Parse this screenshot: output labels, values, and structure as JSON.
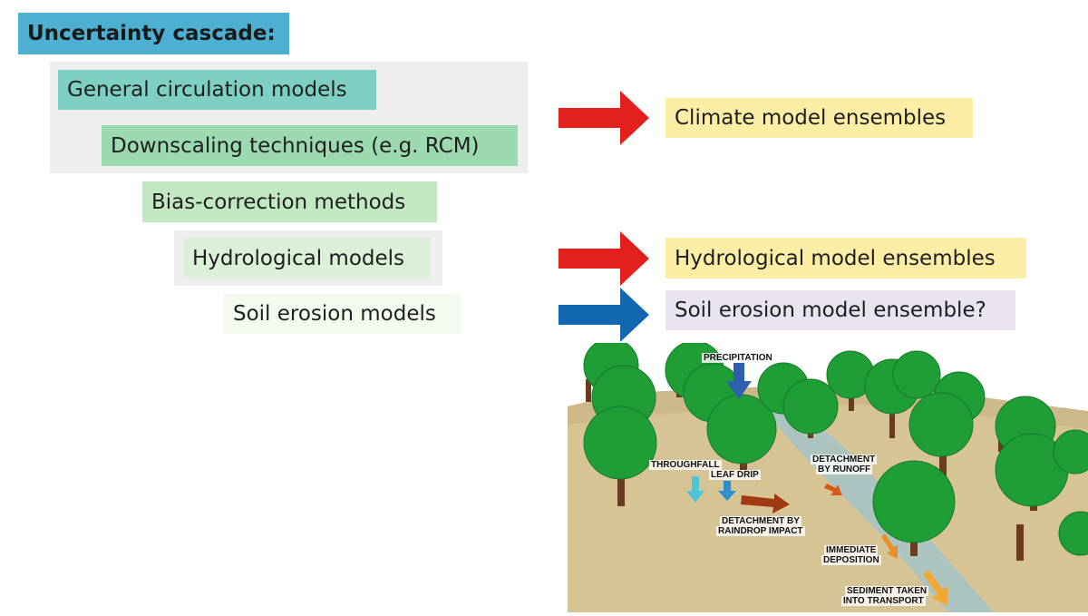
{
  "title": "Uncertainty cascade:",
  "cascade": [
    {
      "label": "General circulation models",
      "color": "#7ecfc3"
    },
    {
      "label": "Downscaling techniques (e.g. RCM)",
      "color": "#9bd9ae"
    },
    {
      "label": "Bias-correction methods",
      "color": "#c2e8c2"
    },
    {
      "label": "Hydrological models",
      "color": "#daf0d7"
    },
    {
      "label": "Soil erosion models",
      "color": "#f3faee"
    }
  ],
  "results": [
    {
      "label": "Climate model ensembles",
      "color": "#fdeea6"
    },
    {
      "label": "Hydrological model ensembles",
      "color": "#fdeea6"
    },
    {
      "label": "Soil erosion model ensemble?",
      "color": "#e9e2f1"
    }
  ],
  "arrows": [
    {
      "name": "red-arrow-climate",
      "color": "#e3201b"
    },
    {
      "name": "red-arrow-hydro",
      "color": "#e3201b"
    },
    {
      "name": "blue-arrow-soil",
      "color": "#1268b0"
    }
  ],
  "illustration": {
    "labels": {
      "precipitation": "PRECIPITATION",
      "throughfall": "THROUGHFALL",
      "leaf_drip": "LEAF DRIP",
      "detachment_runoff_1": "DETACHMENT",
      "detachment_runoff_2": "BY RUNOFF",
      "detachment_raindrop_1": "DETACHMENT BY",
      "detachment_raindrop_2": "RAINDROP IMPACT",
      "immediate_deposition_1": "IMMEDIATE",
      "immediate_deposition_2": "DEPOSITION",
      "sediment_1": "SEDIMENT TAKEN",
      "sediment_2": "INTO TRANSPORT"
    }
  }
}
